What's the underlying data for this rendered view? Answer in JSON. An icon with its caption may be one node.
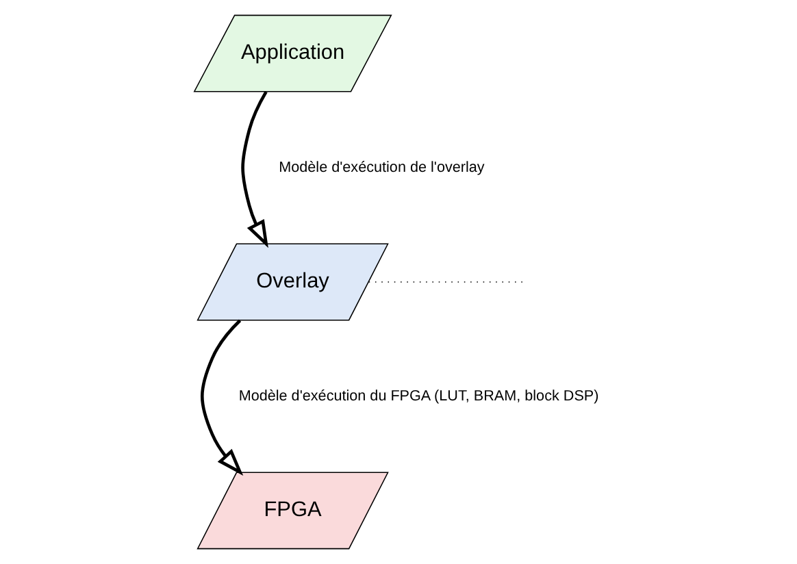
{
  "diagram": {
    "nodes": [
      {
        "text": [
          "Application"
        ]
      },
      {
        "text": [
          "Overlay"
        ]
      },
      {
        "text": [
          "FPGA"
        ]
      }
    ],
    "edges": [
      {
        "from": 0,
        "to": 1,
        "arrow": "to"
      },
      {
        "from": 1,
        "to": 2,
        "arrow": "to"
      },
      {
        "from": 1,
        "to": null,
        "arrow": "none",
        "style": "dashed"
      }
    ],
    "labels": [
      "Modèle d'exécution de l'overlay",
      "Modèle d'exécution du FPGA (LUT, BRAM, block DSP)"
    ]
  }
}
